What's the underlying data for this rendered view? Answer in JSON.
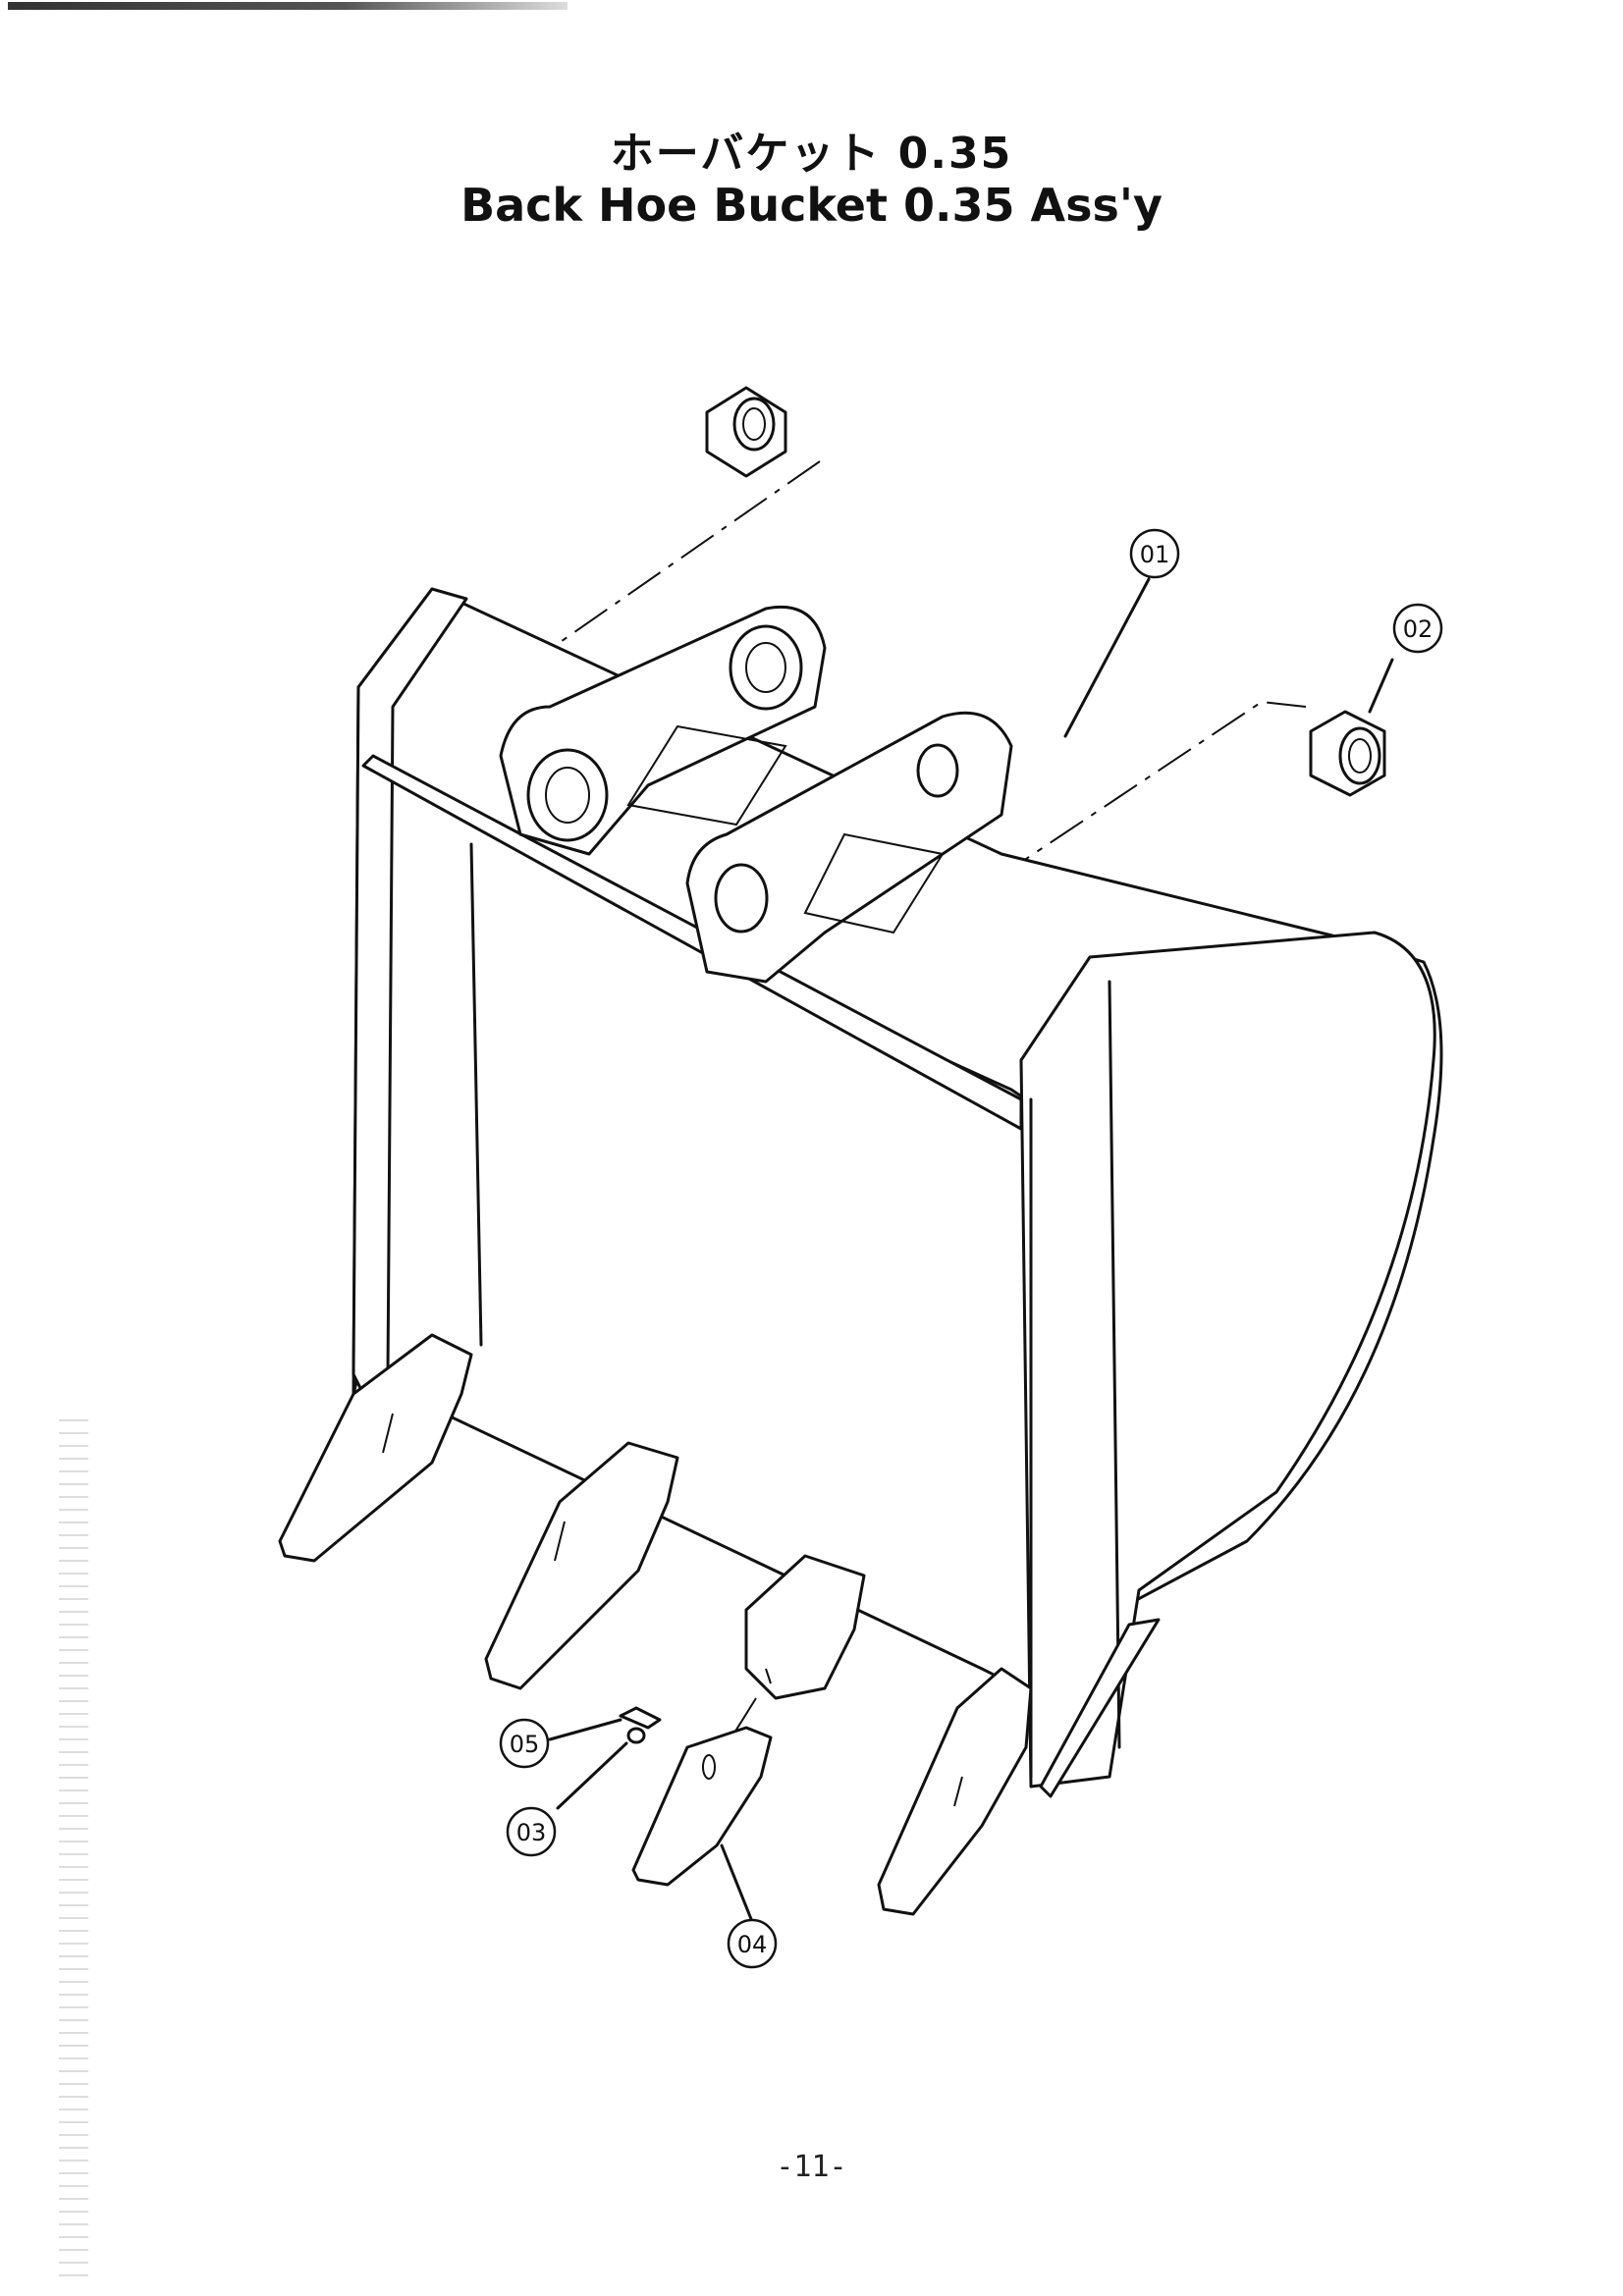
{
  "title_ja": "ホーバケット 0.35",
  "title_en": "Back Hoe Bucket 0.35 Ass'y",
  "page_number": "-11-",
  "callouts": [
    {
      "id": "01"
    },
    {
      "id": "02"
    },
    {
      "id": "03"
    },
    {
      "id": "04"
    },
    {
      "id": "05"
    }
  ]
}
